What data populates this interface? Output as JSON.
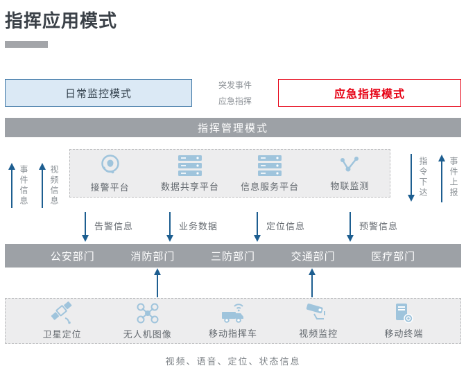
{
  "page": {
    "title": "指挥应用模式"
  },
  "modes": {
    "daily": {
      "label": "日常监控模式"
    },
    "transition": {
      "top_label": "突发事件",
      "bottom_label": "应急指挥",
      "arrow_icon": "right-arrow-icon"
    },
    "emergency": {
      "label": "应急指挥模式"
    }
  },
  "management_bar": {
    "label": "指挥管理模式"
  },
  "side_flows": {
    "left": [
      {
        "label": "事件信息",
        "direction": "up",
        "icon": "up-arrow-icon"
      },
      {
        "label": "视频信息",
        "direction": "up",
        "icon": "up-arrow-icon"
      }
    ],
    "right": [
      {
        "label": "指令下达",
        "direction": "down",
        "icon": "down-arrow-icon"
      },
      {
        "label": "事件上报",
        "direction": "up",
        "icon": "up-arrow-icon"
      }
    ]
  },
  "platforms": {
    "items": [
      {
        "label": "接警平台",
        "icon": "call-operator-icon"
      },
      {
        "label": "数据共享平台",
        "icon": "server-stack-icon"
      },
      {
        "label": "信息服务平台",
        "icon": "server-stack-icon"
      },
      {
        "label": "物联监测",
        "icon": "iot-nodes-icon"
      }
    ]
  },
  "downward_flows": [
    {
      "label": "告警信息"
    },
    {
      "label": "业务数据"
    },
    {
      "label": "定位信息"
    },
    {
      "label": "预警信息"
    }
  ],
  "departments": {
    "items": [
      {
        "label": "公安部门"
      },
      {
        "label": "消防部门"
      },
      {
        "label": "三防部门"
      },
      {
        "label": "交通部门"
      },
      {
        "label": "医疗部门"
      }
    ]
  },
  "devices": {
    "items": [
      {
        "label": "卫星定位",
        "icon": "satellite-icon"
      },
      {
        "label": "无人机图像",
        "icon": "drone-icon"
      },
      {
        "label": "移动指挥车",
        "icon": "command-vehicle-icon"
      },
      {
        "label": "视频监控",
        "icon": "cctv-camera-icon"
      },
      {
        "label": "移动终端",
        "icon": "mobile-terminal-icon"
      }
    ]
  },
  "caption": {
    "label": "视频、语音、定位、状态信息"
  },
  "colors": {
    "arrow_blue": "#1d5e90",
    "bar_gray": "#9da1a6",
    "icon_blue": "#9fc4dc",
    "daily_bg": "#dbe9f5",
    "daily_border": "#3e76a6",
    "emergency_red": "#e60013",
    "dashed_bg": "#ededee",
    "title_color": "#3a4047"
  }
}
